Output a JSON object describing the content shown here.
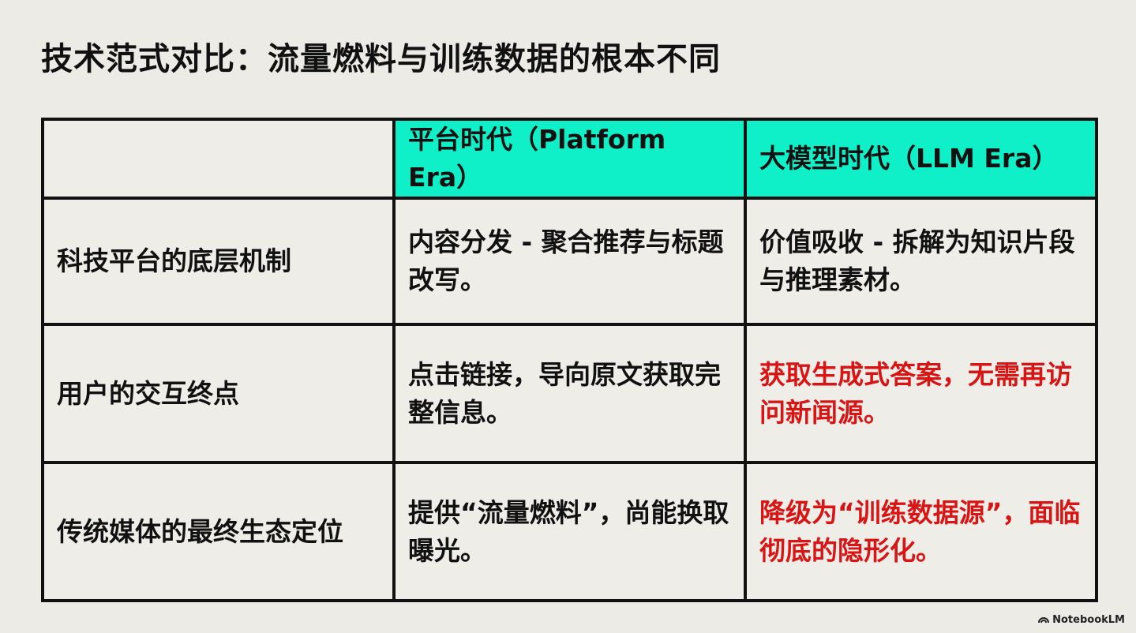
{
  "title": "技术范式对比：流量燃料与训练数据的根本不同",
  "table": {
    "headers": [
      "",
      "平台时代（Platform Era）",
      "大模型时代（LLM Era）"
    ],
    "accent_color": "#10f0c8",
    "highlight_color": "#d91414",
    "rows": [
      {
        "label": "科技平台的底层机制",
        "platform": "内容分发 - 聚合推荐与标题改写。",
        "llm": "价值吸收 - 拆解为知识片段与推理素材。",
        "llm_highlight": false
      },
      {
        "label": "用户的交互终点",
        "platform": "点击链接，导向原文获取完整信息。",
        "llm": "获取生成式答案，无需再访问新闻源。",
        "llm_highlight": true
      },
      {
        "label": "传统媒体的最终生态定位",
        "platform": "提供“流量燃料”，尚能换取曝光。",
        "llm": "降级为“训练数据源”，面临彻底的隐形化。",
        "llm_highlight": true
      }
    ]
  },
  "footer": {
    "brand": "NotebookLM",
    "brand_icon": "notebooklm-logo-icon"
  }
}
